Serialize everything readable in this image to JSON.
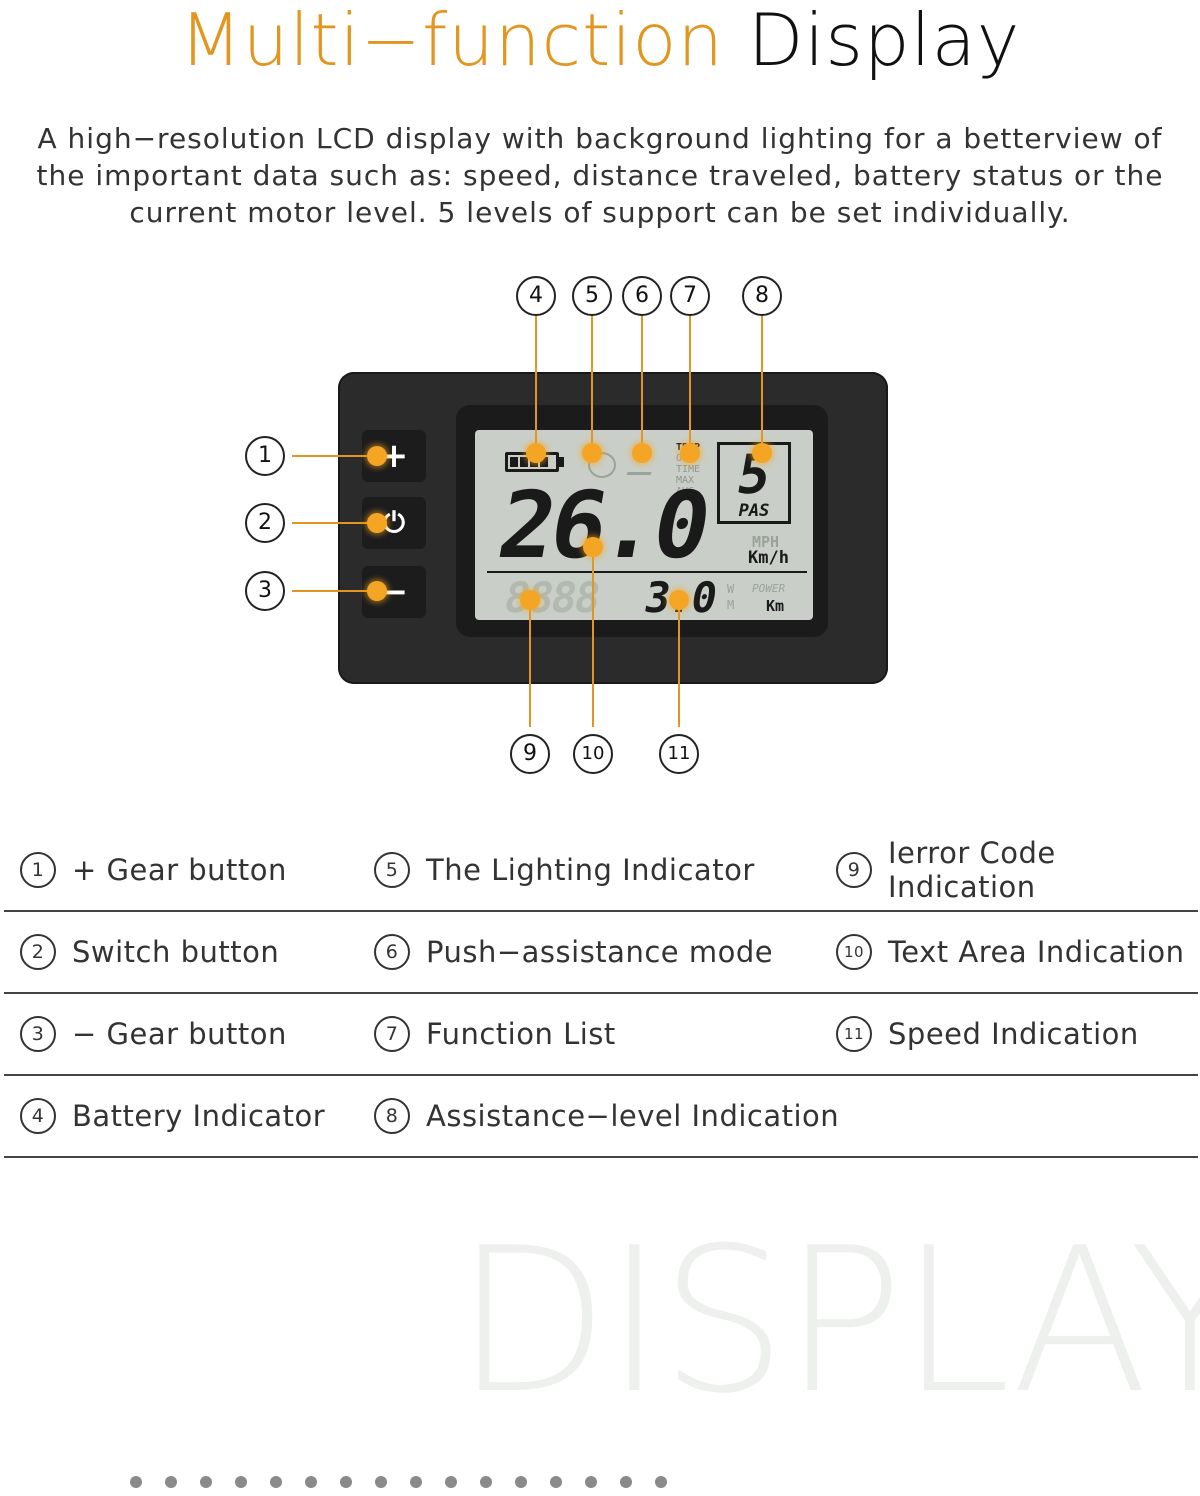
{
  "title": {
    "part1": "Multi−function",
    "part2": "Display"
  },
  "intro": "A high−resolution LCD display with background lighting for a betterview of the important data such as: speed, distance traveled, battery status or the current motor level. 5 levels of support can be set individually.",
  "callouts": [
    "1",
    "2",
    "3",
    "4",
    "5",
    "6",
    "7",
    "8",
    "9",
    "10",
    "11"
  ],
  "lcd": {
    "speed": "26.0",
    "speed_units": {
      "mph": "MPH",
      "kmh": "Km/h"
    },
    "pas_level": "5",
    "pas_label": "PAS",
    "function_list": [
      "TRIP",
      "ODO",
      "TIME",
      "MAX",
      "AVG"
    ],
    "odometer": "3.0",
    "odometer_units": {
      "w": "W",
      "m": "M",
      "power": "POWER",
      "km": "Km"
    }
  },
  "buttons": {
    "plus": "+",
    "power": "⏻",
    "minus": "−"
  },
  "legend": [
    [
      {
        "num": "1",
        "label": "+ Gear button"
      },
      {
        "num": "5",
        "label": "The Lighting Indicator"
      },
      {
        "num": "9",
        "label": "Ierror Code Indication"
      }
    ],
    [
      {
        "num": "2",
        "label": "Switch button"
      },
      {
        "num": "6",
        "label": "Push−assistance mode"
      },
      {
        "num": "10",
        "label": "Text Area Indication"
      }
    ],
    [
      {
        "num": "3",
        "label": "− Gear button"
      },
      {
        "num": "7",
        "label": "Function List"
      },
      {
        "num": "11",
        "label": "Speed Indication"
      }
    ],
    [
      {
        "num": "4",
        "label": "Battery Indicator"
      },
      {
        "num": "8",
        "label": "Assistance−level Indication"
      }
    ]
  ],
  "watermark": "DISPLAY",
  "pager": {
    "count": 16
  },
  "colors": {
    "accent": "#e3961f",
    "lcd": "#c9cfc8",
    "device": "#2b2b2b"
  }
}
